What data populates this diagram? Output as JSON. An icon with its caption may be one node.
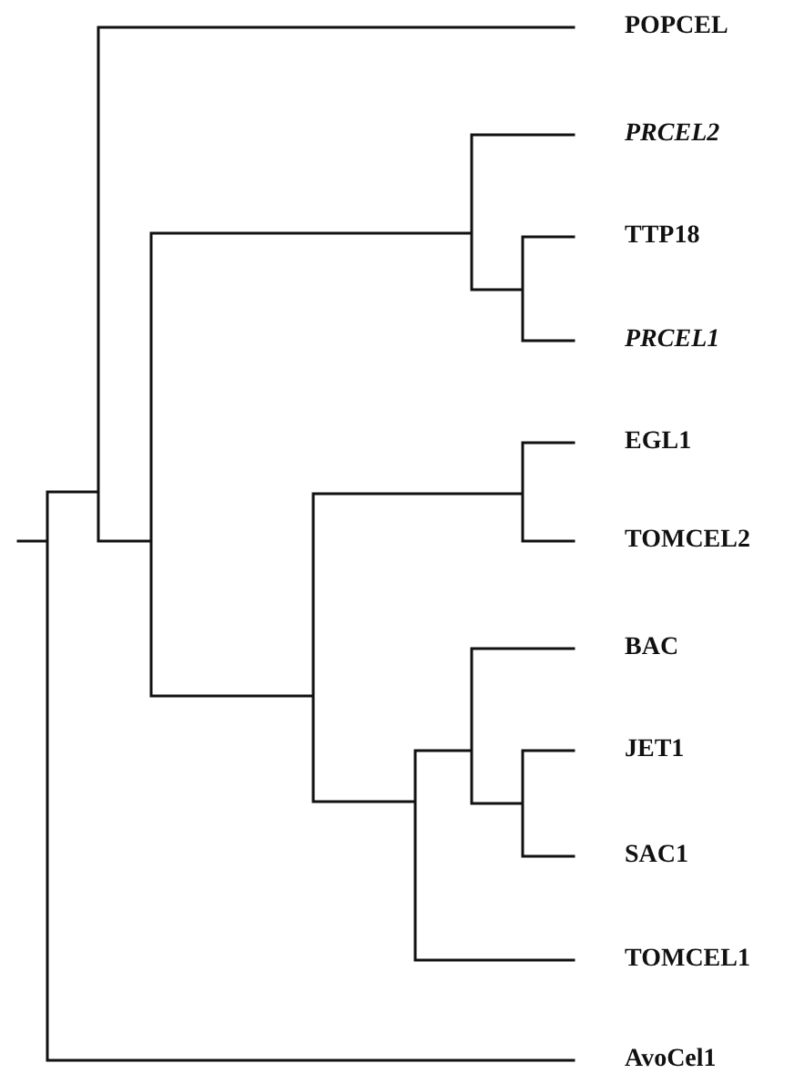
{
  "diagram": {
    "labels": [
      "POPCEL",
      "PRCEL2",
      "TTP18",
      "PRCEL1",
      "EGL1",
      "TOMCEL2",
      "BAC",
      "JET1",
      "SAC1",
      "TOMCEL1",
      "AvoCel1"
    ]
  }
}
